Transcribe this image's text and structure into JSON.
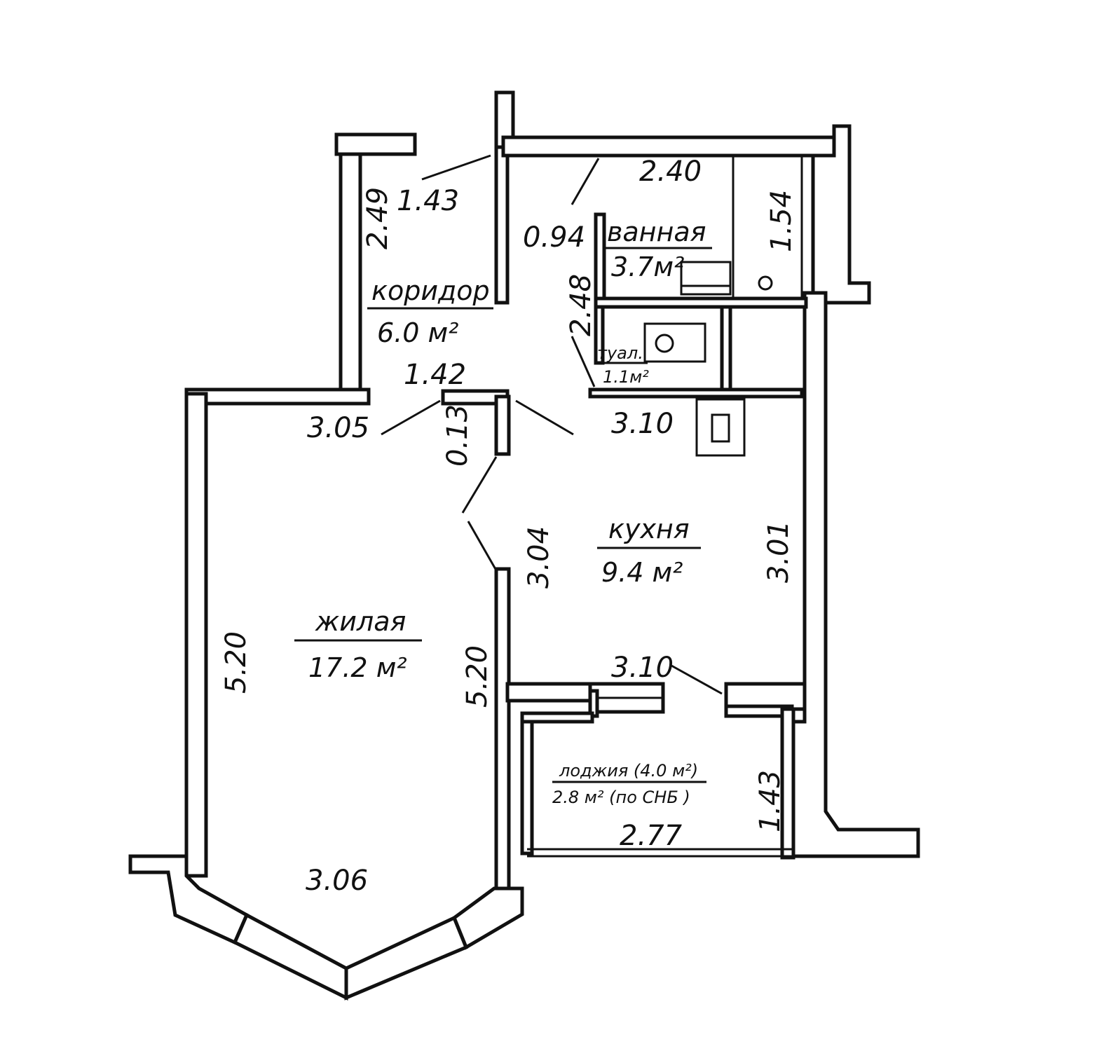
{
  "rooms": {
    "corridor": {
      "name": "коридор",
      "area": "6.0 м²"
    },
    "bath": {
      "name": "ванная",
      "area": "3.7м²"
    },
    "toilet": {
      "name": "туал.",
      "area": "1.1м²"
    },
    "kitchen": {
      "name": "кухня",
      "area": "9.4 м²"
    },
    "living": {
      "name": "жилая",
      "area": "17.2 м²"
    },
    "loggia": {
      "name": "лоджия (4.0 м²)",
      "area": "2.8 м² (по СНБ )"
    }
  },
  "dimensions": {
    "corridor_height": "2.49",
    "corridor_width_top": "1.43",
    "corridor_width_bottom": "1.42",
    "bath_width": "2.40",
    "bath_door": "0.94",
    "bath_height": "1.54",
    "wc_height": "2.48",
    "kitchen_top": "3.10",
    "kitchen_bottom": "3.10",
    "kitchen_left": "3.04",
    "kitchen_right": "3.01",
    "living_top": "3.05",
    "living_gap": "0.13",
    "living_left": "5.20",
    "living_right": "5.20",
    "living_bottom": "3.06",
    "loggia_width": "2.77",
    "loggia_height": "1.43"
  }
}
